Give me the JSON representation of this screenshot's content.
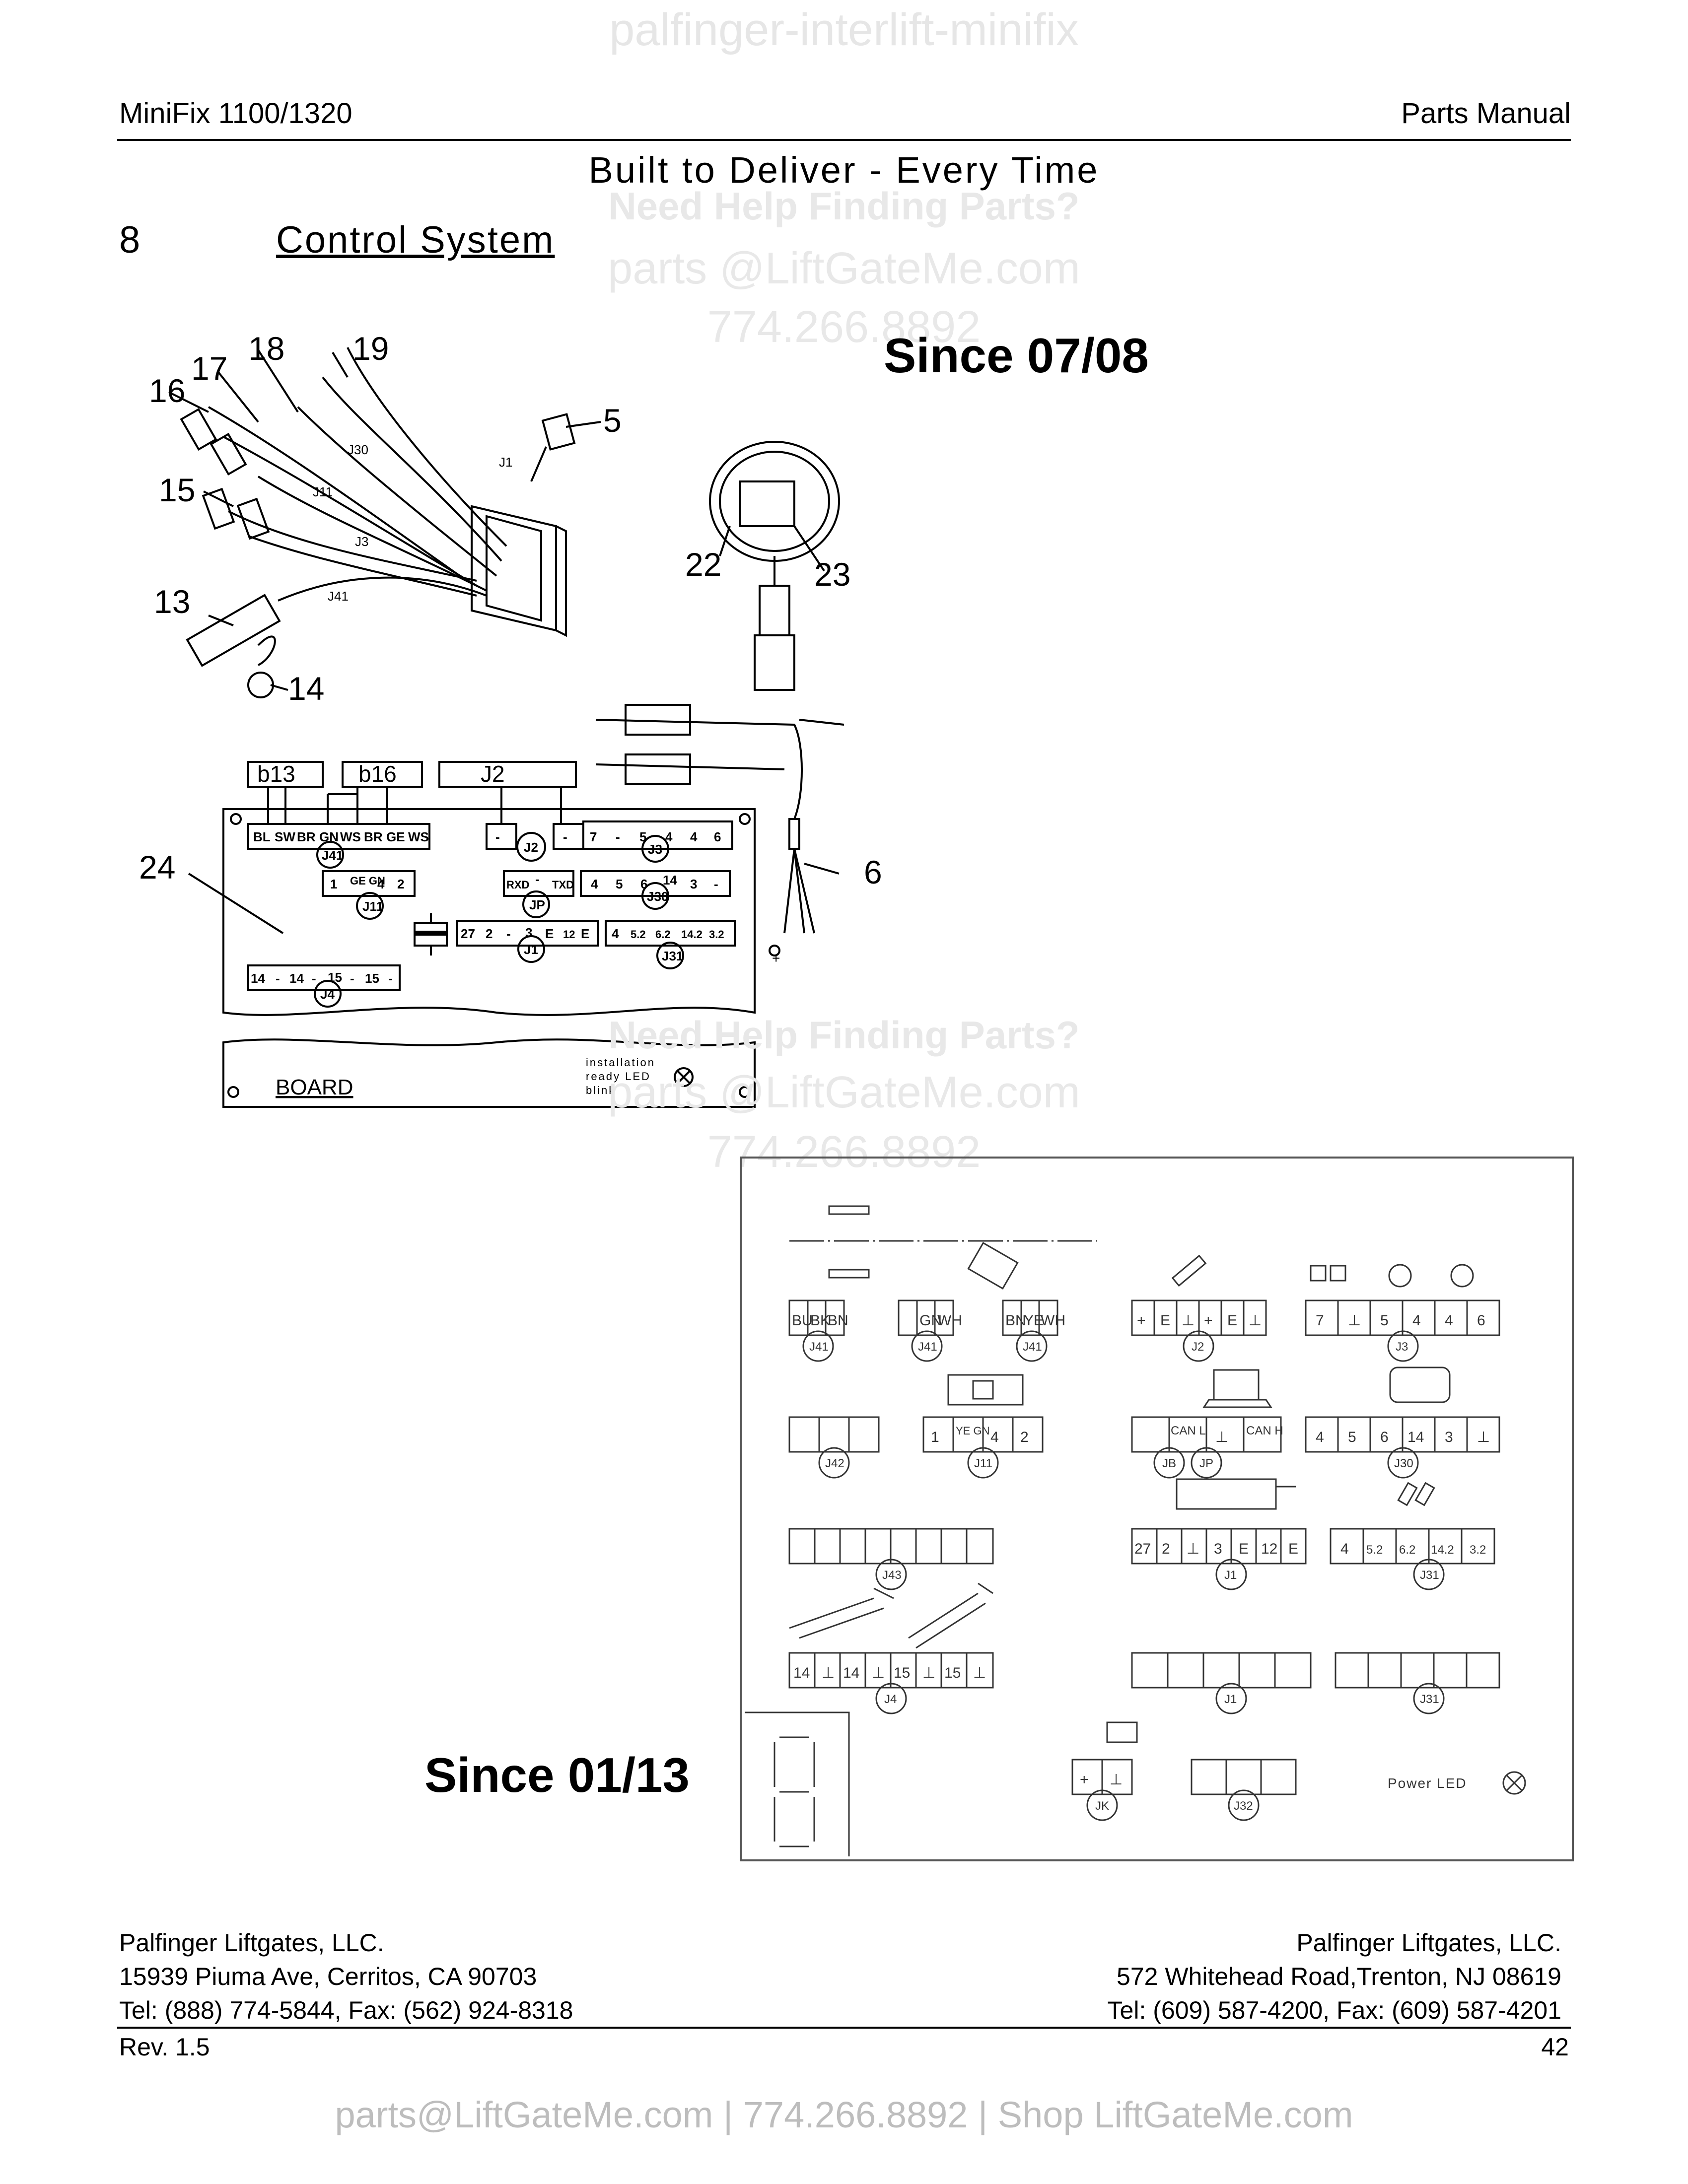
{
  "watermark": {
    "top": "palfinger-interlift-minifix",
    "help": "Need Help Finding Parts?",
    "email": "parts @LiftGateMe.com",
    "phone": "774.266.8892"
  },
  "header": {
    "left": "MiniFix 1100/1320",
    "right": "Parts Manual"
  },
  "tagline": "Built to Deliver - Every Time",
  "section": {
    "number": "8",
    "title": "Control System"
  },
  "labels": {
    "since_old": "Since 07/08",
    "since_new": "Since 01/13"
  },
  "diagram_top": {
    "callouts": [
      "18",
      "19",
      "17",
      "16",
      "5",
      "15",
      "22",
      "23",
      "13",
      "14",
      "24",
      "6"
    ],
    "connectors": [
      "J1",
      "J30",
      "J11",
      "J3",
      "J41"
    ],
    "plug_boxes": [
      "b13",
      "b16",
      "J2"
    ],
    "row1_pins": [
      "BL",
      "SW",
      "BR",
      "GN",
      "WS",
      "BR",
      "GE",
      "WS"
    ],
    "row1_labels": [
      "J41",
      "J2",
      "J3"
    ],
    "row1_right": [
      "-",
      "-",
      "7",
      "-",
      "5",
      "4",
      "4",
      "6"
    ],
    "j11_pins": [
      "1",
      "GE GN",
      "4",
      "2"
    ],
    "jp_pins": [
      "RXD",
      "-",
      "TXD"
    ],
    "j30_pins": [
      "4",
      "5",
      "6",
      "14",
      "3",
      "-"
    ],
    "j1_pins": [
      "27",
      "2",
      "-",
      "3",
      "E",
      "12",
      "E"
    ],
    "j31_pins": [
      "4",
      "5.2",
      "6.2",
      "14.2",
      "3.2"
    ],
    "j4_pins": [
      "14",
      "-",
      "14",
      "-",
      "15",
      "-",
      "15",
      "-"
    ],
    "board_label": "BOARD",
    "led_note": [
      "installation",
      "ready LED",
      "blink"
    ],
    "names": [
      "J11",
      "JP",
      "J30",
      "J1",
      "J31",
      "J4"
    ],
    "plus": "+"
  },
  "diagram_bottom": {
    "j41a": [
      "BU",
      "BK",
      "BN"
    ],
    "j41b": [
      "GN",
      "WH"
    ],
    "j41c": [
      "BN",
      "YE",
      "WH"
    ],
    "j2": [
      "+",
      "E",
      "⊥",
      "+",
      "E",
      "⊥"
    ],
    "j3": [
      "7",
      "⊥",
      "5",
      "4",
      "4",
      "6"
    ],
    "j11": [
      "1",
      "YE GN",
      "4",
      "2"
    ],
    "jp": [
      "CAN L",
      "⊥",
      "CAN H"
    ],
    "j30": [
      "4",
      "5",
      "6",
      "14",
      "3",
      "⊥"
    ],
    "j1": [
      "27",
      "2",
      "⊥",
      "3",
      "E",
      "12",
      "E"
    ],
    "j31": [
      "4",
      "5.2",
      "6.2",
      "14.2",
      "3.2"
    ],
    "j4": [
      "14",
      "⊥",
      "14",
      "⊥",
      "15",
      "⊥",
      "15",
      "⊥"
    ],
    "jk": [
      "+",
      "⊥"
    ],
    "names": [
      "J41",
      "J41",
      "J41",
      "J2",
      "J3",
      "J42",
      "J11",
      "JB",
      "JP",
      "J30",
      "J43",
      "J1",
      "J31",
      "J4",
      "J1",
      "J31",
      "JK",
      "J32"
    ],
    "power_led": "Power LED"
  },
  "footer": {
    "left": [
      "Palfinger Liftgates, LLC.",
      "15939 Piuma Ave, Cerritos, CA 90703",
      "Tel: (888) 774-5844, Fax: (562) 924-8318"
    ],
    "right": [
      "Palfinger Liftgates, LLC.",
      "572 Whitehead Road,Trenton, NJ 08619",
      "Tel: (609) 587-4200, Fax: (609) 587-4201"
    ],
    "rev": "Rev. 1.5",
    "page": "42"
  },
  "bottom_bar": "parts@LiftGateMe.com | 774.266.8892 | Shop LiftGateMe.com"
}
